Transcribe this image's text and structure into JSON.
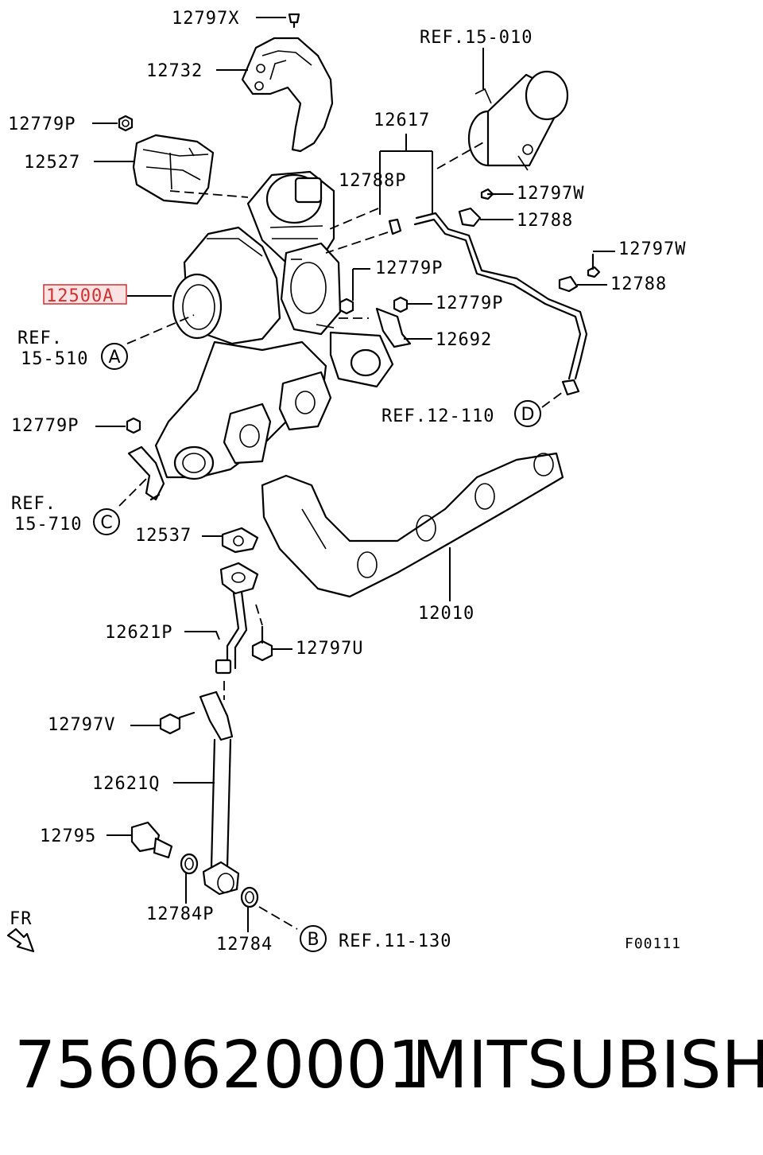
{
  "labels": {
    "l12797X": "12797X",
    "l12732": "12732",
    "lRef15010": "REF.15-010",
    "l12779P_a": "12779P",
    "l12617": "12617",
    "l12527": "12527",
    "l12788P": "12788P",
    "l12797W_a": "12797W",
    "l12788_a": "12788",
    "l12797W_b": "12797W",
    "l12779P_b": "12779P",
    "l12788_b": "12788",
    "l12500A": "12500A",
    "l12779P_c": "12779P",
    "lRef15510_a": "REF.",
    "lRef15510_b": "15-510",
    "l12692": "12692",
    "lRef12110": "REF.12-110",
    "l12779P_d": "12779P",
    "lRef15710_a": "REF.",
    "lRef15710_b": "15-710",
    "l12537": "12537",
    "l12010": "12010",
    "l12621P": "12621P",
    "l12797U": "12797U",
    "l12797V": "12797V",
    "l12621Q": "12621Q",
    "l12795": "12795",
    "l12784P": "12784P",
    "l12784": "12784",
    "lRef11130": "REF.11-130",
    "lFR": "FR",
    "lFigCode": "F00111"
  },
  "callouts": {
    "A": "A",
    "B": "B",
    "C": "C",
    "D": "D"
  },
  "highlight": {
    "label": "12500A",
    "color": "#d03030"
  },
  "footer": {
    "part_number": "7560620001",
    "brand": "MITSUBISHI"
  }
}
